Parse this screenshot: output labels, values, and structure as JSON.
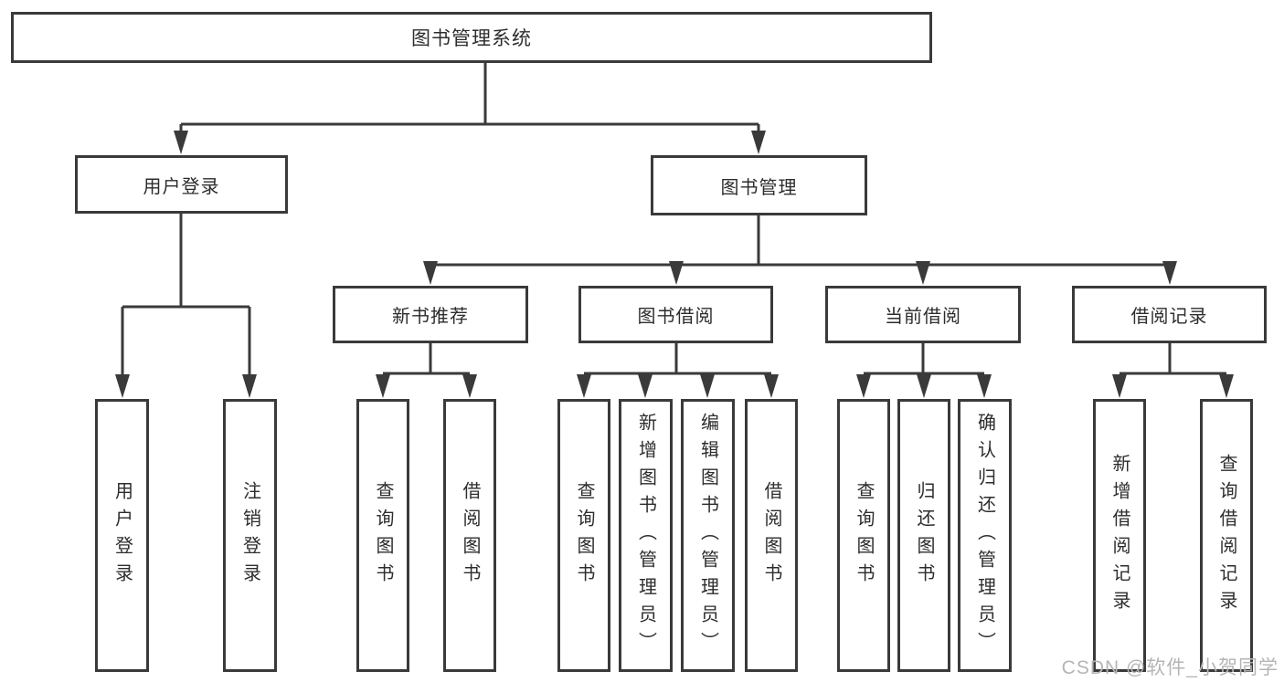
{
  "tree": {
    "label": "图书管理系统",
    "children": [
      {
        "label": "用户登录",
        "children": [
          {
            "label": "用户登录"
          },
          {
            "label": "注销登录"
          }
        ]
      },
      {
        "label": "图书管理",
        "children": [
          {
            "label": "新书推荐",
            "children": [
              {
                "label": "查询图书"
              },
              {
                "label": "借阅图书"
              }
            ]
          },
          {
            "label": "图书借阅",
            "children": [
              {
                "label": "查询图书"
              },
              {
                "label": "新增图书（管理员）"
              },
              {
                "label": "编辑图书（管理员）"
              },
              {
                "label": "借阅图书"
              }
            ]
          },
          {
            "label": "当前借阅",
            "children": [
              {
                "label": "查询图书"
              },
              {
                "label": "归还图书"
              },
              {
                "label": "确认归还（管理员）"
              }
            ]
          },
          {
            "label": "借阅记录",
            "children": [
              {
                "label": "新增借阅记录"
              },
              {
                "label": "查询借阅记录"
              }
            ]
          }
        ]
      }
    ]
  },
  "watermark": {
    "text": "CSDN @软件_小贺同学"
  },
  "colors": {
    "line": "#3a3a3a",
    "text": "#2d2d2d",
    "watermark": "#b5b5b5",
    "background": "#ffffff"
  }
}
